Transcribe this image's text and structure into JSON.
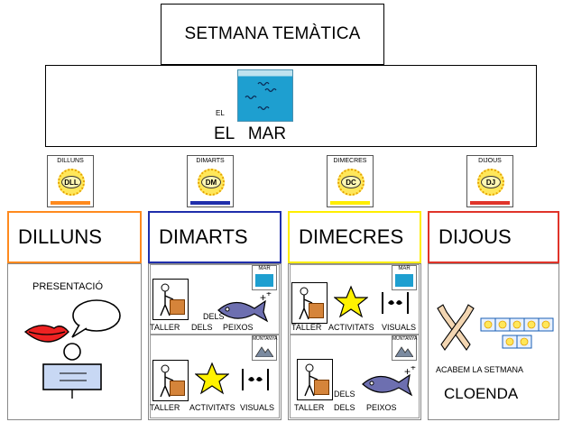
{
  "title": "SETMANA TEMÀTICA",
  "theme": {
    "small_label": "EL",
    "label": "EL MAR"
  },
  "days": [
    {
      "icon_label": "DILLUNS",
      "sun_text": "DLL",
      "name": "DILLUNS",
      "color": "#ff8a1e"
    },
    {
      "icon_label": "DIMARTS",
      "sun_text": "DM",
      "name": "DIMARTS",
      "color": "#1f2eab"
    },
    {
      "icon_label": "DIMECRES",
      "sun_text": "DC",
      "name": "DIMECRES",
      "color": "#ffee00"
    },
    {
      "icon_label": "DIJOUS",
      "sun_text": "DJ",
      "name": "DIJOUS",
      "color": "#e0342a"
    }
  ],
  "dilluns": {
    "caption": "PRESENTACIÓ"
  },
  "dimarts": {
    "top": {
      "tag": "MAR",
      "words": [
        "DELS",
        "TALLER",
        "DELS",
        "PEIXOS"
      ]
    },
    "bottom": {
      "tag": "MUNTANYA",
      "words": [
        "TALLER",
        "ACTIVITATS",
        "VISUALS"
      ]
    }
  },
  "dimecres": {
    "top": {
      "tag": "MAR",
      "words": [
        "TALLER",
        "ACTIVITATS",
        "VISUALS"
      ]
    },
    "bottom": {
      "tag": "MUNTANYA",
      "words": [
        "DELS",
        "TALLER",
        "DELS",
        "PEIXOS"
      ]
    }
  },
  "dijous": {
    "caption": "ACABEM LA SETMANA",
    "title": "CLOENDA"
  }
}
